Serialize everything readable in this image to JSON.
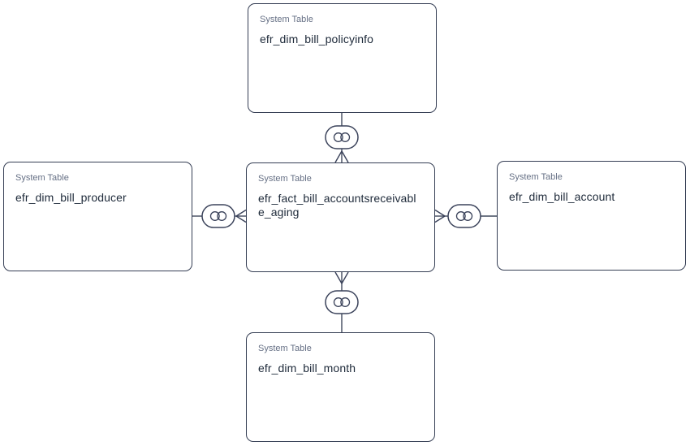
{
  "diagram": {
    "nodes": [
      {
        "type_label": "System Table",
        "name": "efr_dim_bill_policyinfo"
      },
      {
        "type_label": "System Table",
        "name": "efr_dim_bill_producer"
      },
      {
        "type_label": "System Table",
        "name": "efr_fact_bill_accountsreceivable_aging"
      },
      {
        "type_label": "System Table",
        "name": "efr_dim_bill_account"
      },
      {
        "type_label": "System Table",
        "name": "efr_dim_bill_month"
      }
    ],
    "relationships": [
      {
        "from": "efr_dim_bill_policyinfo",
        "to": "efr_fact_bill_accountsreceivable_aging",
        "symbol": "overlapping-circles",
        "many_end": "efr_fact_bill_accountsreceivable_aging"
      },
      {
        "from": "efr_dim_bill_producer",
        "to": "efr_fact_bill_accountsreceivable_aging",
        "symbol": "overlapping-circles",
        "many_end": "efr_fact_bill_accountsreceivable_aging"
      },
      {
        "from": "efr_dim_bill_account",
        "to": "efr_fact_bill_accountsreceivable_aging",
        "symbol": "overlapping-circles",
        "many_end": "efr_fact_bill_accountsreceivable_aging"
      },
      {
        "from": "efr_dim_bill_month",
        "to": "efr_fact_bill_accountsreceivable_aging",
        "symbol": "overlapping-circles",
        "many_end": "efr_fact_bill_accountsreceivable_aging"
      }
    ],
    "colors": {
      "canvas_background": "#ffffff",
      "node_background": "#ffffff",
      "node_border": "#353e54",
      "type_label_text": "#667085",
      "name_text": "#1d2939",
      "connector": "#3a425a"
    }
  }
}
